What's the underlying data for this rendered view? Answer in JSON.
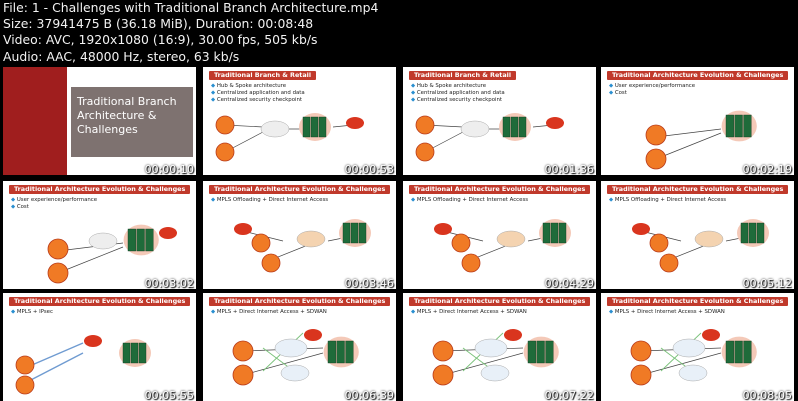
{
  "info": {
    "file": "File: 1 - Challenges with Traditional Branch Architecture.mp4",
    "size": "Size: 37941475 B (36.18 MiB), Duration: 00:08:48",
    "video": "Video: AVC, 1920x1080 (16:9), 30.00 fps, 505 kb/s",
    "audio": "Audio: AAC, 48000 Hz, stereo, 63 kb/s"
  },
  "thumbs": [
    {
      "time": "00:00:10",
      "title": "Traditional Branch Architecture & Challenges",
      "type": "title"
    },
    {
      "time": "00:00:53",
      "banner": "Traditional Branch & Retail",
      "bullets": [
        "Hub & Spoke architecture",
        "Centralized application and data",
        "Centralized security checkpoint"
      ],
      "type": "hub"
    },
    {
      "time": "00:01:36",
      "banner": "Traditional Branch & Retail",
      "bullets": [
        "Hub & Spoke architecture",
        "Centralized application and data",
        "Centralized security checkpoint"
      ],
      "type": "hub"
    },
    {
      "time": "00:02:19",
      "banner": "Traditional Architecture Evolution & Challenges",
      "bullets": [
        "User experience/performance",
        "Cost"
      ],
      "type": "dc"
    },
    {
      "time": "00:03:02",
      "banner": "Traditional Architecture Evolution & Challenges",
      "bullets": [
        "User experience/performance",
        "Cost"
      ],
      "type": "dc2"
    },
    {
      "time": "00:03:46",
      "banner": "Traditional Architecture Evolution & Challenges",
      "bullets": [
        "MPLS Offloading + Direct Internet Access"
      ],
      "type": "mpls"
    },
    {
      "time": "00:04:29",
      "banner": "Traditional Architecture Evolution & Challenges",
      "bullets": [
        "MPLS Offloading + Direct Internet Access"
      ],
      "type": "mpls"
    },
    {
      "time": "00:05:12",
      "banner": "Traditional Architecture Evolution & Challenges",
      "bullets": [
        "MPLS Offloading + Direct Internet Access"
      ],
      "type": "mpls"
    },
    {
      "time": "00:05:55",
      "banner": "Traditional Architecture Evolution & Challenges",
      "bullets": [
        "MPLS + IPsec"
      ],
      "type": "ipsec"
    },
    {
      "time": "00:06:39",
      "banner": "Traditional Architecture Evolution & Challenges",
      "bullets": [
        "MPLS + Direct Internet Access + SDWAN"
      ],
      "type": "sdwan"
    },
    {
      "time": "00:07:22",
      "banner": "Traditional Architecture Evolution & Challenges",
      "bullets": [
        "MPLS + Direct Internet Access + SDWAN"
      ],
      "type": "sdwan"
    },
    {
      "time": "00:08:05",
      "banner": "Traditional Architecture Evolution & Challenges",
      "bullets": [
        "MPLS + Direct Internet Access + SDWAN"
      ],
      "type": "sdwan"
    }
  ]
}
